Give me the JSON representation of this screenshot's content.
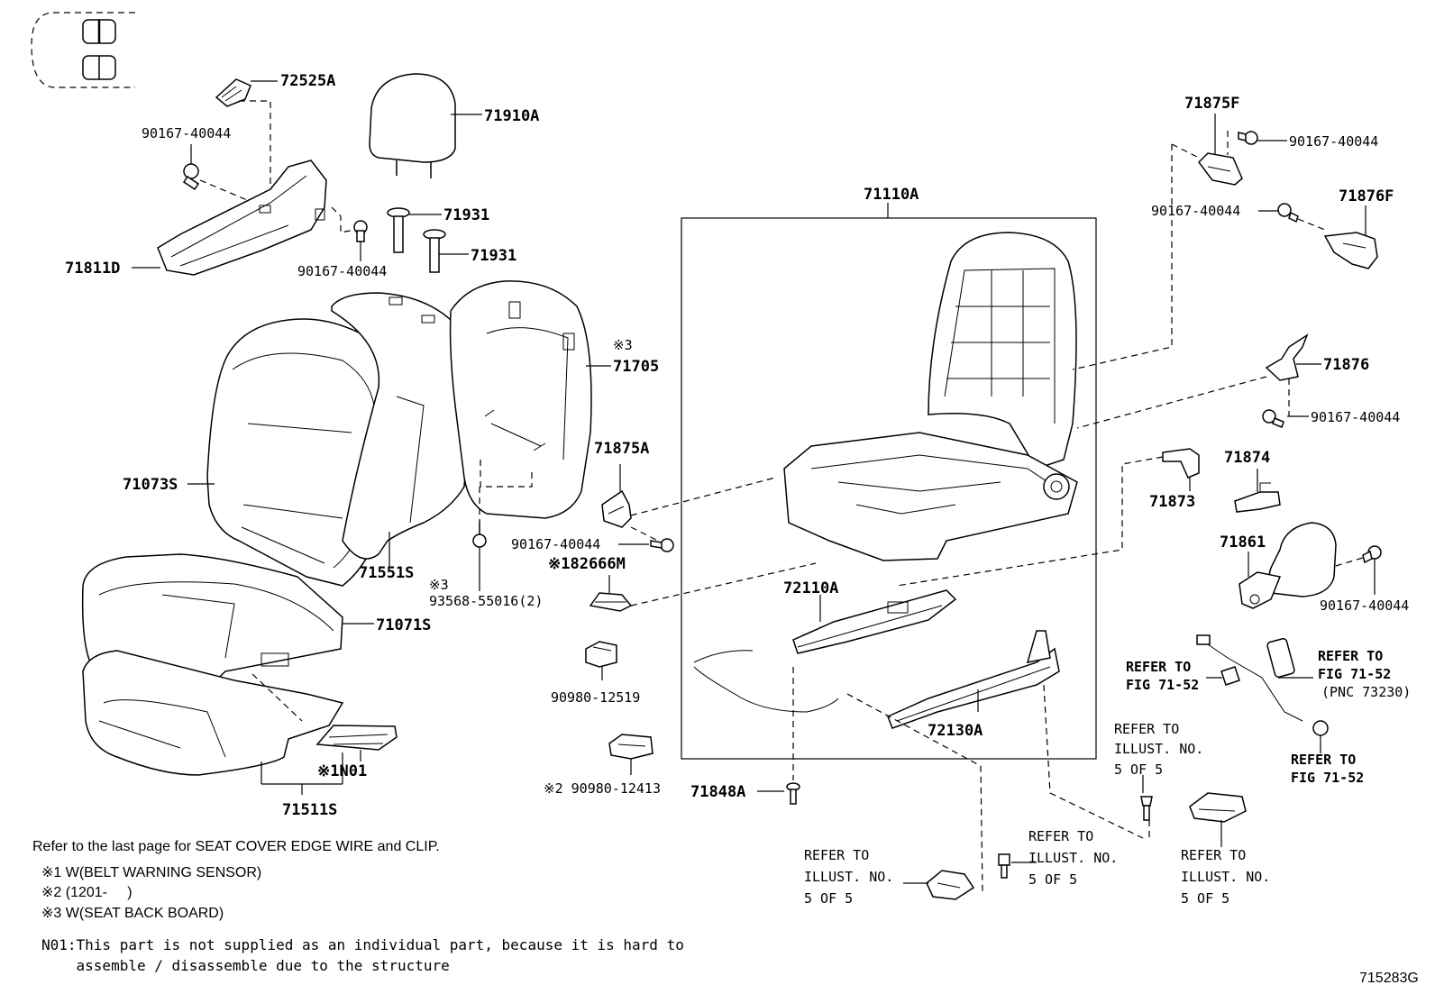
{
  "parts": {
    "p72525A": "72525A",
    "p90167_tl1": "90167-40044",
    "p71910A": "71910A",
    "p71931a": "71931",
    "p71931b": "71931",
    "p90167_tl2": "90167-40044",
    "p71811D": "71811D",
    "p71705_mark": "※3",
    "p71705": "71705",
    "p71073S": "71073S",
    "p71551S": "71551S",
    "p93568_mark": "※3",
    "p93568": "93568-55016(2)",
    "p71875A": "71875A",
    "p90167_mid": "90167-40044",
    "p82666M": "※182666M",
    "p71071S": "71071S",
    "p90980_12519": "90980-12519",
    "p90980_12413": "※2 90980-12413",
    "p71511S": "71511S",
    "pN01": "※1N01",
    "p71110A": "71110A",
    "p72110A": "72110A",
    "p72130A": "72130A",
    "p71848A": "71848A",
    "p71875F": "71875F",
    "p90167_r1": "90167-40044",
    "p90167_r2": "90167-40044",
    "p71876F": "71876F",
    "p71876": "71876",
    "p90167_r3": "90167-40044",
    "p71873": "71873",
    "p71874": "71874",
    "p71861": "71861",
    "p90167_r4": "90167-40044"
  },
  "refs": {
    "r1": [
      "REFER TO",
      "FIG 71-52"
    ],
    "r2": [
      "REFER TO",
      "FIG 71-52",
      "(PNC 73230)"
    ],
    "r3": [
      "REFER TO",
      "FIG 71-52"
    ],
    "r4": [
      "REFER TO",
      "ILLUST. NO.",
      "5 OF 5"
    ],
    "r5": [
      "REFER TO",
      "ILLUST. NO.",
      "5 OF 5"
    ],
    "r6": [
      "REFER TO",
      "ILLUST. NO.",
      "5 OF 5"
    ],
    "r7": [
      "REFER TO",
      "ILLUST. NO.",
      "5 OF 5"
    ]
  },
  "notes": {
    "line1": "Refer to the last page for SEAT COVER EDGE WIRE and CLIP.",
    "line2": "※1 W(BELT WARNING SENSOR)",
    "line3": "※2 (1201-     )",
    "line4": "※3 W(SEAT BACK BOARD)",
    "n01a": "N01:This part is not supplied as an individual part, because it is hard to",
    "n01b": "    assemble / disassemble due to the structure"
  },
  "figure_id": "715283G"
}
